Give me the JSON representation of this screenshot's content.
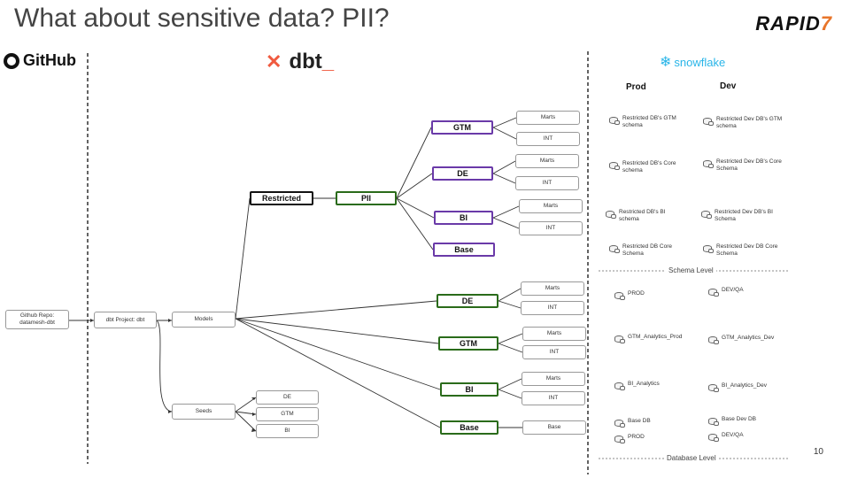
{
  "title": "What about sensitive data? PII?",
  "brand": {
    "main": "RAPID",
    "accent": "7",
    "accent_color": "#e8752a"
  },
  "logos": {
    "github": "GitHub",
    "dbt": "dbt",
    "dbt_underscore": "_",
    "snowflake": "snowflake",
    "github_icon": "github-icon",
    "dbt_icon": "dbt-icon",
    "snowflake_icon": "snowflake-icon"
  },
  "nodes": {
    "github_repo": "Github Repo: datamesh-dbt",
    "dbt_project": "dbt Project: dbt",
    "models": "Models",
    "seeds": "Seeds",
    "restricted": "Restricted",
    "pii": "PII",
    "pii_gtm": "GTM",
    "pii_de": "DE",
    "pii_bi": "BI",
    "pii_base": "Base",
    "de": "DE",
    "gtm": "GTM",
    "bi": "BI",
    "base": "Base",
    "marts": "Marts",
    "int": "INT",
    "base_leaf": "Base",
    "seed_de": "DE",
    "seed_gtm": "GTM",
    "seed_bi": "BI"
  },
  "snowflake": {
    "prod_header": "Prod",
    "dev_header": "Dev",
    "schema_prod": [
      "Restricted DB's GTM schema",
      "Restricted DB's Core schema",
      "Restricted DB's BI schema",
      "Restricted DB Core Schema"
    ],
    "schema_dev": [
      "Restricted Dev DB's GTM schema",
      "Restricted Dev DB's Core Schema",
      "Restricted Dev DB's BI Schema",
      "Restricted Dev DB Core Schema"
    ],
    "schema_level": "Schema Level",
    "db_prod": [
      "PROD",
      "GTM_Analytics_Prod",
      "BI_Analytics",
      "Base DB",
      "PROD"
    ],
    "db_dev": [
      "DEV/QA",
      "GTM_Analytics_Dev",
      "BI_Analytics_Dev",
      "Base Dev DB",
      "DEV/QA"
    ],
    "database_level": "Database Level"
  },
  "colors": {
    "purple": "#6a3aa8",
    "green": "#2a6b1a",
    "black": "#111111"
  },
  "page_number": "10"
}
